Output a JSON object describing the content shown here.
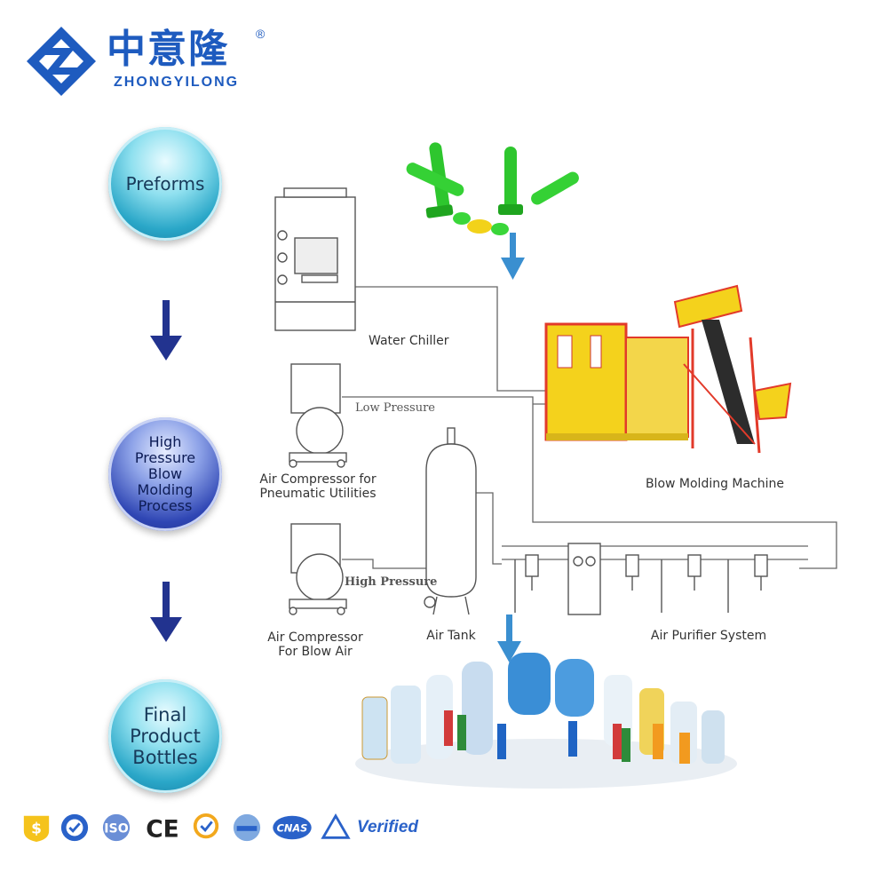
{
  "brand": {
    "name_cn": "中意隆",
    "name_en": "ZHONGYILONG",
    "registered": "®",
    "logo_color": "#1e5bbf"
  },
  "steps": [
    {
      "label": "Preforms",
      "style": "teal"
    },
    {
      "label": "High\nPressure\nBlow\nMolding\nProcess",
      "style": "blue"
    },
    {
      "label": "Final\nProduct\nBottles",
      "style": "teal"
    }
  ],
  "diagram": {
    "water_chiller": "Water Chiller",
    "low_pressure": "Low Pressure",
    "high_pressure": "High Pressure",
    "air_compressor_pneumatic": "Air Compressor for\nPneumatic Utilities",
    "air_compressor_blow": "Air Compressor\nFor Blow Air",
    "air_tank": "Air Tank",
    "air_purifier": "Air Purifier System",
    "blow_molding_machine": "Blow Molding Machine"
  },
  "certifications": {
    "items": [
      "dollar-shield-icon",
      "check-seal-icon",
      "iso-icon",
      "ce-icon",
      "sgs-icon",
      "globe-badge-icon",
      "cnas-icon",
      "triangle-cert-icon"
    ],
    "verified_text": "Verified"
  },
  "colors": {
    "arrow_dark": "#22338f",
    "arrow_light": "#3a8fd0",
    "preform_green": "#2ec62e",
    "machine_yellow": "#f4d21c",
    "machine_red": "#e23a2a"
  }
}
